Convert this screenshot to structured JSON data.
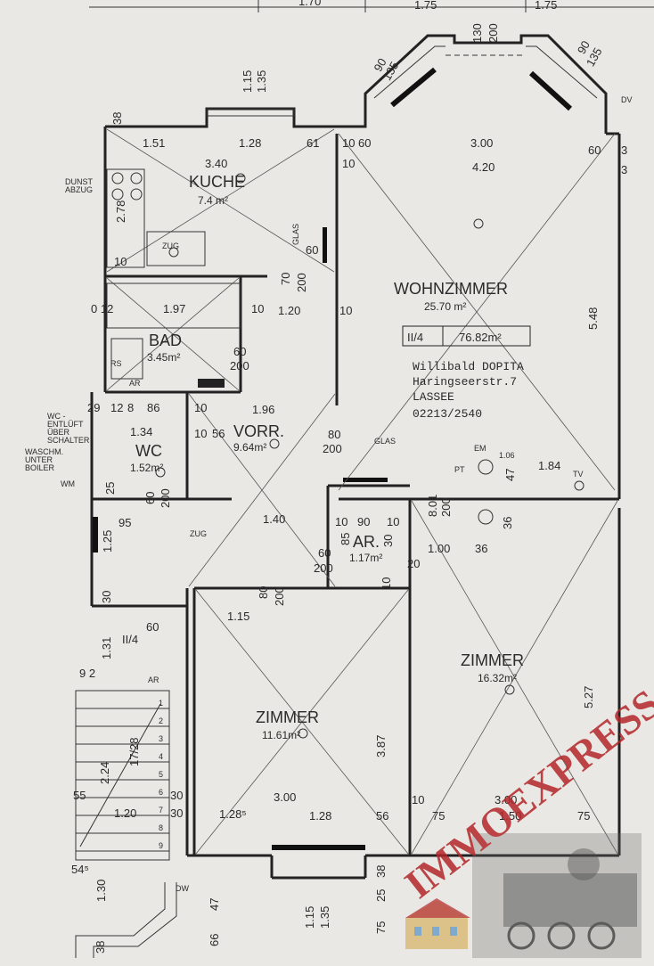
{
  "rooms": {
    "kueche": {
      "name": "KUCHE",
      "area": "7.4 m²"
    },
    "wohnzimmer": {
      "name": "WOHNZIMMER",
      "area": "25.70 m²"
    },
    "bad": {
      "name": "BAD",
      "area": "3.45m²"
    },
    "wc": {
      "name": "WC",
      "area": "1.52m²"
    },
    "vorr": {
      "name": "VORR.",
      "area": "9.64m²"
    },
    "ar": {
      "name": "AR.",
      "area": "1.17m²"
    },
    "zimmer_left": {
      "name": "ZIMMER",
      "area": "11.61m²"
    },
    "zimmer_right": {
      "name": "ZIMMER",
      "area": "16.32m²"
    }
  },
  "unit_box": {
    "unit": "II/4",
    "size": "76.82m²"
  },
  "owner": {
    "name": "Willibald DOPITA",
    "street": "Haringseerstr.7",
    "town": "LASSEE",
    "phone": "02213/2540"
  },
  "labels": {
    "dunst": "DUNST",
    "abzug": "ABZUG",
    "zug1": "ZUG",
    "zug2": "ZUG",
    "glas1": "GLAS",
    "glas2": "GLAS",
    "em": "EM",
    "pt": "PT",
    "tv": "TV",
    "ar_small": "AR",
    "rs": "RS",
    "ar_bad": "AR",
    "wc_entl": "WC -",
    "entlueft": "ENTLÜFT",
    "ueber": "ÜBER",
    "schalter": "SCHALTER",
    "waschm": "WASCHM.",
    "unter": "UNTER",
    "boiler": "BOILER",
    "wm": "WM",
    "stair_unit": "II/4",
    "dw": "DW",
    "dv": "DV"
  },
  "dimensions": {
    "top_a": "1.70",
    "top_b": "1.75",
    "top_c": "1.75",
    "bay_l1": "90",
    "bay_l2": "135",
    "bay_c1": "130",
    "bay_c2": "200",
    "bay_r1": "90",
    "bay_r2": "135",
    "h115": "1.15",
    "h135": "1.35",
    "d38": "38",
    "d151": "1.51",
    "d128": "1.28",
    "d61": "61",
    "d10a": "10",
    "d60a": "60",
    "d300": "3.00",
    "d60b": "60",
    "d3a": "3",
    "d340": "3.40",
    "d10b": "10",
    "d420": "4.20",
    "d3b": "3",
    "d278": "2.78",
    "d10c": "10",
    "d60c": "60",
    "d70": "70",
    "d200a": "200",
    "d10d": "10",
    "d012": "0 12",
    "d197": "1.97",
    "d10e": "10",
    "d120": "1.20",
    "d548": "5.48",
    "d60d": "60",
    "d200b": "200",
    "d29": "29",
    "d12": "12",
    "d8": "8",
    "d86": "86",
    "d10f": "10",
    "d196": "1.96",
    "d80a": "80",
    "d200c": "200",
    "d134": "1.34",
    "d10g": "10",
    "d56": "56",
    "d106": "1.06",
    "d47": "47",
    "d184": "1.84",
    "d25a": "25",
    "d60e": "60",
    "d200d": "200",
    "d95": "95",
    "d140": "1.40",
    "d10h": "10",
    "d90": "90",
    "d10i": "10",
    "d801": "8.01",
    "d200e": "200",
    "d36a": "36",
    "d100": "1.00",
    "d36b": "36",
    "d85": "85",
    "d30": "30",
    "d125": "1.25",
    "d60f": "60",
    "d200f": "200",
    "d20": "20",
    "d10j": "10",
    "d30b": "30",
    "d80b": "80",
    "d200g": "200",
    "d115b": "1.15",
    "d60g": "60",
    "d131": "1.31",
    "d92": "9 2",
    "d527": "5.27",
    "d387": "3.87",
    "d224": "2.24",
    "d1778": "17/28",
    "d55": "55",
    "d30c": "30",
    "d30d": "30",
    "d120b": "1.20",
    "d128_5": "1.28⁵",
    "d300b": "3.00",
    "d128b": "1.28",
    "d56b": "56",
    "d10k": "10",
    "d75": "75",
    "d300c": "3.00",
    "d150": "1.50",
    "d75b": "75",
    "d545": "54⁵",
    "d130": "1.30",
    "d47b": "47",
    "d66": "66",
    "d115c": "1.15",
    "d135c": "1.35",
    "d25b": "25",
    "d38b": "38",
    "d75c": "75",
    "d38c": "38"
  },
  "stairs": [
    "1",
    "2",
    "3",
    "4",
    "5",
    "6",
    "7",
    "8",
    "9"
  ],
  "watermark": {
    "text": "IMMOEXPRESS"
  },
  "colors": {
    "paper": "#e9e8e4",
    "ink": "#222222",
    "watermark_red": "#b3262a"
  }
}
